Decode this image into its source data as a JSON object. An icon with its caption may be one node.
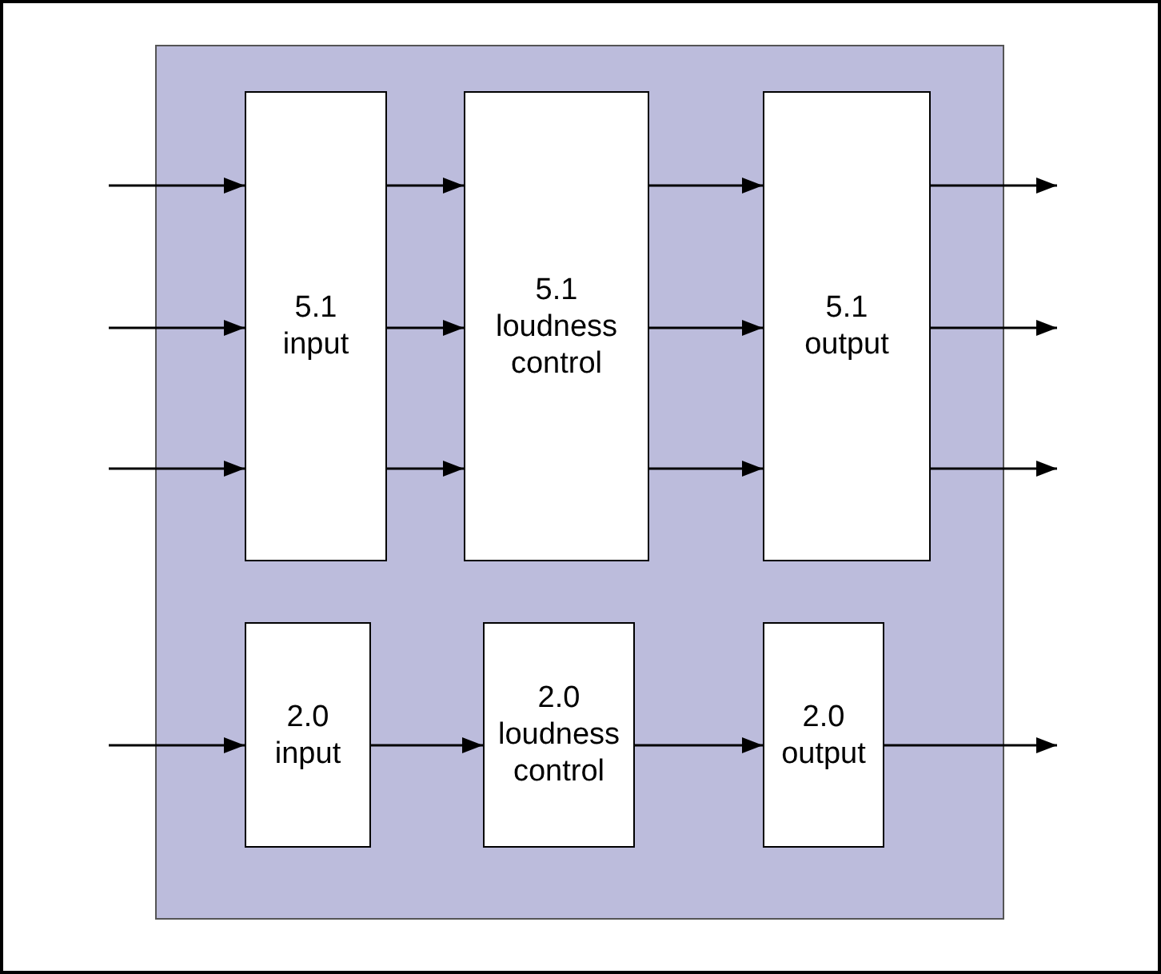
{
  "diagram": {
    "nodes": [
      {
        "text": [],
        "shape": "box"
      },
      {
        "text": [
          "5.1 input"
        ],
        "in": 0
      },
      {
        "text": [
          "5.1 loudness control"
        ],
        "in": 0
      },
      {
        "text": [
          "5.1 output"
        ],
        "in": 0
      },
      {
        "text": [
          "2.0 input"
        ],
        "in": 0
      },
      {
        "text": [
          "2.0 loudness control"
        ],
        "in": 0
      },
      {
        "text": [
          "2.0 output"
        ],
        "in": 0
      }
    ],
    "edges": [
      {
        "from": null,
        "to": 1,
        "arrow": "to"
      },
      {
        "from": null,
        "to": 1,
        "arrow": "to"
      },
      {
        "from": null,
        "to": 1,
        "arrow": "to"
      },
      {
        "from": 1,
        "to": 2,
        "arrow": "to"
      },
      {
        "from": 1,
        "to": 2,
        "arrow": "to"
      },
      {
        "from": 1,
        "to": 2,
        "arrow": "to"
      },
      {
        "from": 2,
        "to": 3,
        "arrow": "to"
      },
      {
        "from": 2,
        "to": 3,
        "arrow": "to"
      },
      {
        "from": 2,
        "to": 3,
        "arrow": "to"
      },
      {
        "from": 3,
        "to": null,
        "arrow": "to"
      },
      {
        "from": 3,
        "to": null,
        "arrow": "to"
      },
      {
        "from": 3,
        "to": null,
        "arrow": "to"
      },
      {
        "from": null,
        "to": 4,
        "arrow": "to"
      },
      {
        "from": 4,
        "to": 5,
        "arrow": "to"
      },
      {
        "from": 5,
        "to": 6,
        "arrow": "to"
      },
      {
        "from": 6,
        "to": null,
        "arrow": "to"
      }
    ]
  }
}
